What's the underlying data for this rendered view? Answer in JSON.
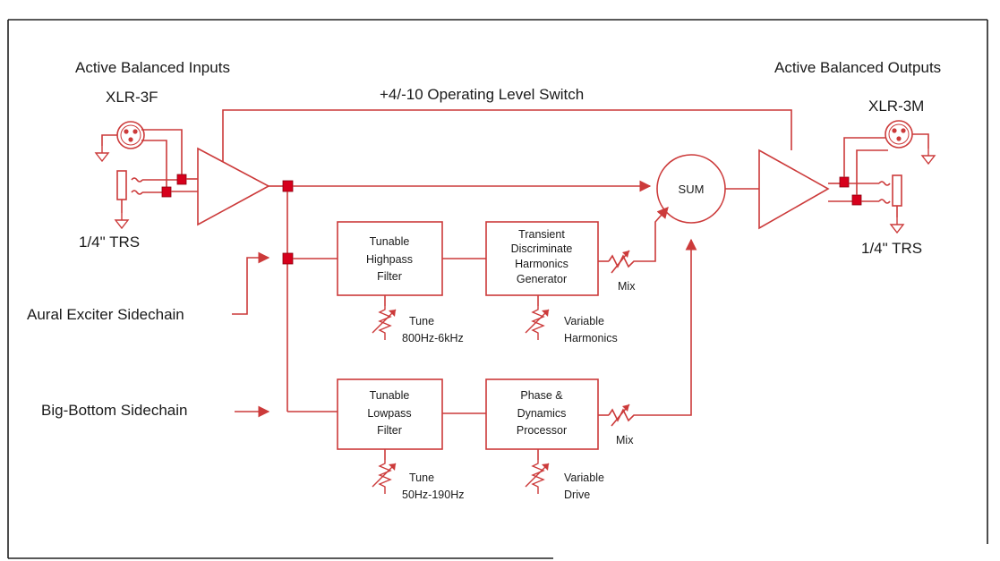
{
  "inputs": {
    "heading": "Active Balanced Inputs",
    "xlr_label": "XLR-3F",
    "trs_label": "1/4\" TRS"
  },
  "outputs": {
    "heading": "Active Balanced Outputs",
    "xlr_label": "XLR-3M",
    "trs_label": "1/4\" TRS"
  },
  "switch_label": "+4/-10 Operating Level Switch",
  "sum_label": "SUM",
  "sidechains": {
    "aural": "Aural Exciter Sidechain",
    "big_bottom": "Big-Bottom Sidechain"
  },
  "blocks": {
    "highpass": [
      "Tunable",
      "Highpass",
      "Filter"
    ],
    "harmonics": [
      "Transient",
      "Discriminate",
      "Harmonics",
      "Generator"
    ],
    "lowpass": [
      "Tunable",
      "Lowpass",
      "Filter"
    ],
    "dynamics": [
      "Phase &",
      "Dynamics",
      "Processor"
    ]
  },
  "controls": {
    "tune_hp": [
      "Tune",
      "800Hz-6kHz"
    ],
    "variable_harmonics": [
      "Variable",
      "Harmonics"
    ],
    "tune_lp": [
      "Tune",
      "50Hz-190Hz"
    ],
    "variable_drive": [
      "Variable",
      "Drive"
    ],
    "mix_top": "Mix",
    "mix_bottom": "Mix"
  },
  "colors": {
    "signal_line": "#cc3a3a",
    "node": "#d6001c",
    "text": "#1a1a1a"
  }
}
